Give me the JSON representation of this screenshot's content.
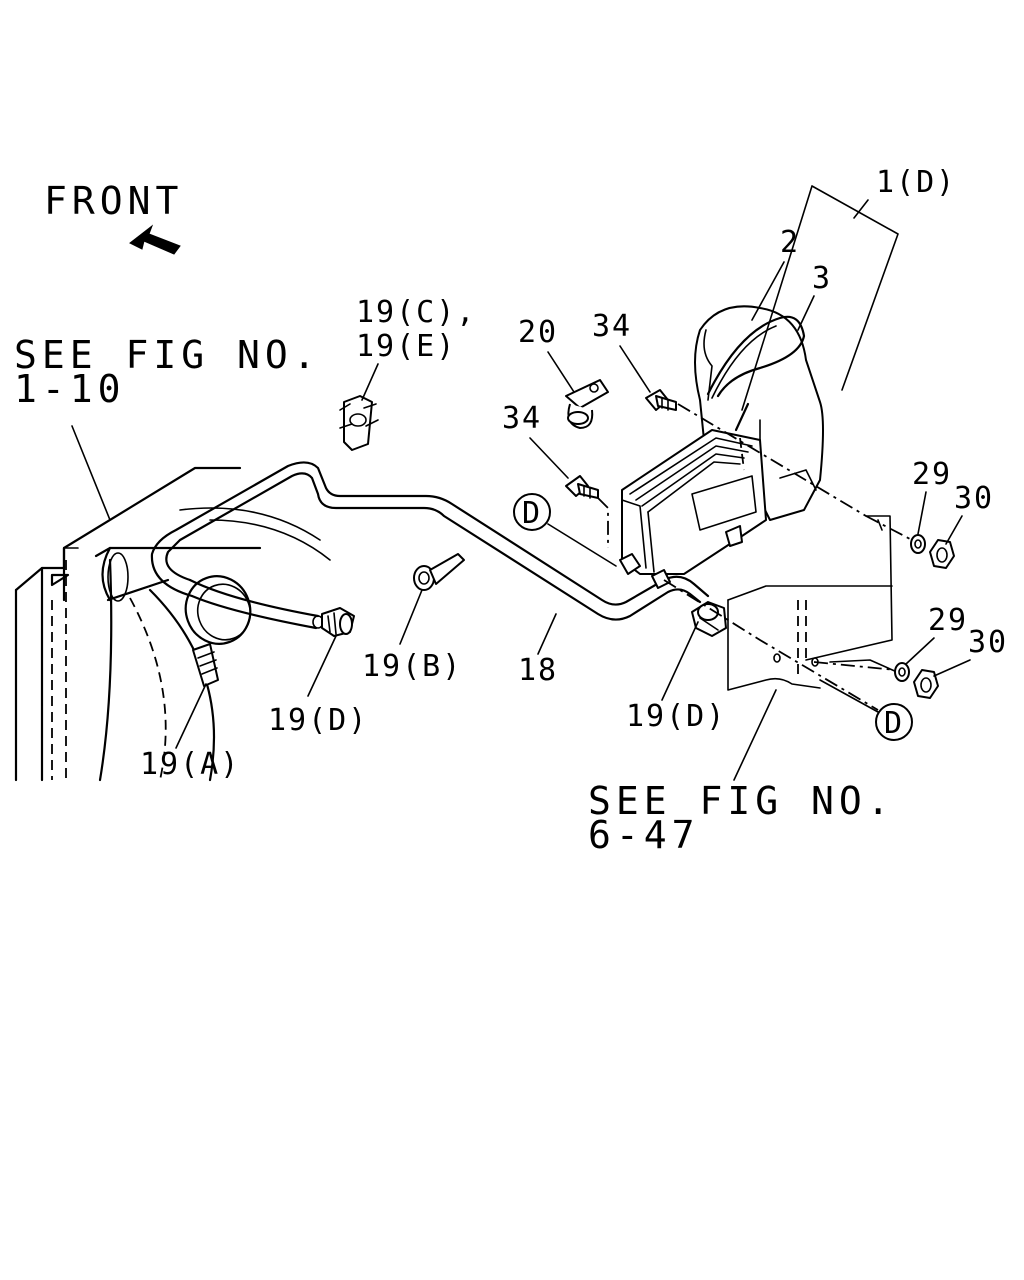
{
  "header": {
    "front_label": "FRONT"
  },
  "references": {
    "left": {
      "line1": "SEE FIG NO.",
      "line2": "1-10"
    },
    "right": {
      "line1": "SEE FIG NO.",
      "line2": "6-47"
    }
  },
  "callouts": {
    "c1d": "1(D)",
    "c2": "2",
    "c3": "3",
    "c20": "20",
    "c34a": "34",
    "c34b": "34",
    "c19ce_l1": "19(C),",
    "c19ce_l2": "19(E)",
    "c29a": "29",
    "c30a": "30",
    "c29b": "29",
    "c30b": "30",
    "c19b": "19(B)",
    "c18": "18",
    "c19d_left": "19(D)",
    "c19d_right": "19(D)",
    "c19a": "19(A)",
    "circle_d": "D"
  }
}
